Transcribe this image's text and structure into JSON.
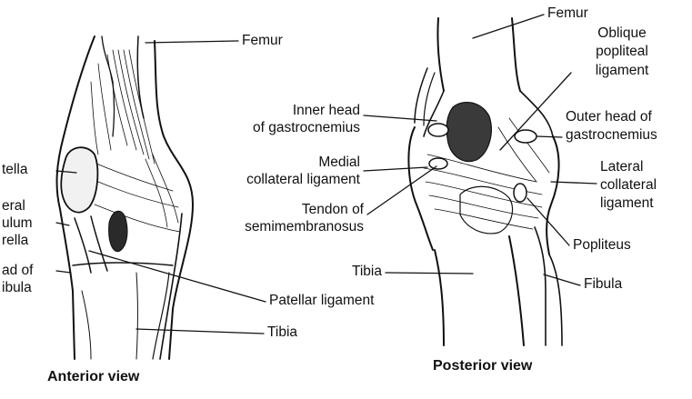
{
  "anterior": {
    "caption": "Anterior view",
    "labels": {
      "femur": "Femur",
      "patella": "tella",
      "lateral_retinaculum": [
        "eral",
        "ulum",
        "rella"
      ],
      "head_of_fibula": [
        "ad of",
        "ibula"
      ],
      "patellar_ligament": "Patellar ligament",
      "tibia": "Tibia"
    }
  },
  "posterior": {
    "caption": "Posterior view",
    "labels": {
      "femur": "Femur",
      "oblique_popliteal_ligament": [
        "Oblique",
        "popliteal",
        "ligament"
      ],
      "inner_head": [
        "Inner head",
        "of gastrocnemius"
      ],
      "outer_head": [
        "Outer head of",
        "gastrocnemius"
      ],
      "medial_collateral": [
        "Medial",
        "collateral ligament"
      ],
      "lateral_collateral": [
        "Lateral",
        "collateral",
        "ligament"
      ],
      "tendon_semimembranosus": [
        "Tendon of",
        "semimembranosus"
      ],
      "popliteus": "Popliteus",
      "tibia": "Tibia",
      "fibula": "Fibula"
    }
  },
  "colors": {
    "ink": "#111111",
    "paper": "#ffffff",
    "shade": "#cfcfcf"
  }
}
